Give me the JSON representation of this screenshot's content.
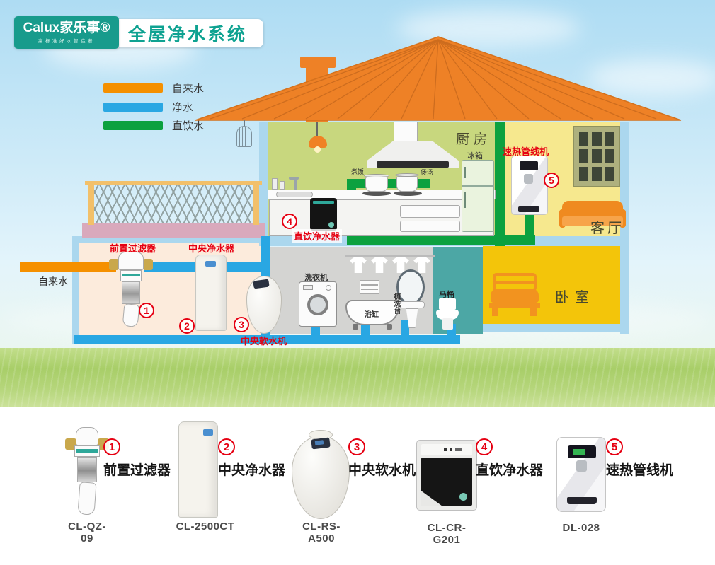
{
  "header": {
    "brand": "Calux家乐事®",
    "tagline": "高标准好水智造者",
    "title": "全屋净水系统"
  },
  "legend": {
    "items": [
      {
        "label": "自来水",
        "color": "#F59000"
      },
      {
        "label": "净水",
        "color": "#29A7E3"
      },
      {
        "label": "直饮水",
        "color": "#0CA13F"
      }
    ]
  },
  "house": {
    "room_labels": {
      "kitchen": "厨房",
      "living_room": "客厅",
      "bedroom": "卧室"
    },
    "appliance_labels": {
      "tap_water_inlet": "自来水",
      "fridge": "冰箱",
      "cooking_rice": "煮饭",
      "soup": "煲汤",
      "washing_machine": "洗衣机",
      "bathtub": "浴缸",
      "vanity": "梳洗台",
      "toilet": "马桶"
    },
    "devices": {
      "d1": {
        "num": "1",
        "name": "前置过滤器"
      },
      "d2": {
        "num": "2",
        "name": "中央净水器"
      },
      "d3": {
        "num": "3",
        "name": "中央软水机"
      },
      "d4": {
        "num": "4",
        "name": "直饮净水器"
      },
      "d5": {
        "num": "5",
        "name": "速热管线机"
      }
    }
  },
  "products": [
    {
      "num": "1",
      "name": "前置过滤器",
      "model": "CL-QZ-09"
    },
    {
      "num": "2",
      "name": "中央净水器",
      "model": "CL-2500CT"
    },
    {
      "num": "3",
      "name": "中央软水机",
      "model": "CL-RS-A500"
    },
    {
      "num": "4",
      "name": "直饮净水器",
      "model": "CL-CR-G201"
    },
    {
      "num": "5",
      "name": "速热管线机",
      "model": "DL-028"
    }
  ],
  "colors": {
    "brand_teal": "#189B8C",
    "title_teal": "#0EA291",
    "label_red": "#E60012",
    "pipe_tap_water": "#F59000",
    "pipe_clean_water": "#29A7E3",
    "pipe_drinking_water": "#0CA13F",
    "roof": "#EE8126",
    "kitchen_wall": "#C8D77E",
    "living_room_wall": "#F6E88E",
    "bedroom_wall": "#F3C50A",
    "basement_wall": "#FCEBDC",
    "bathroom_wall": "#D4D4D2",
    "toilet_wall": "#4CA7A5"
  }
}
